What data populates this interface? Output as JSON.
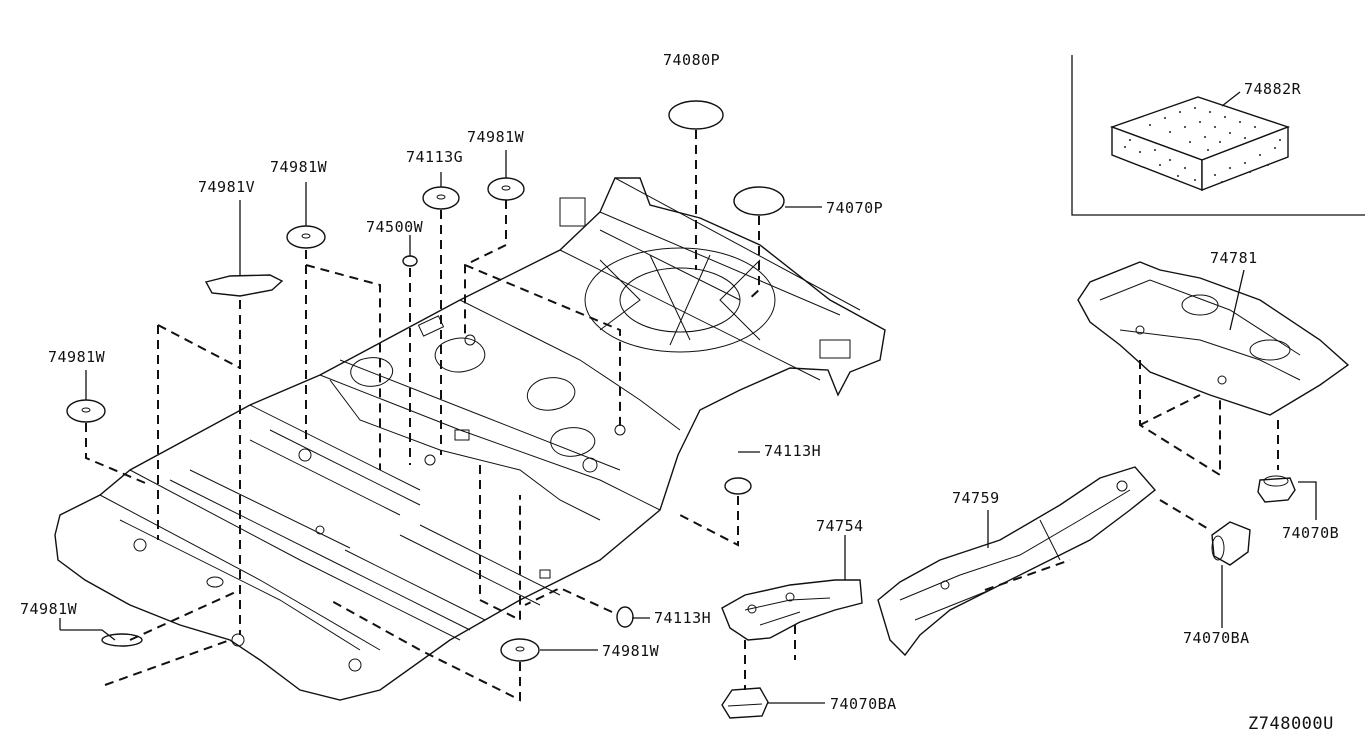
{
  "diagram_code": "Z748000U",
  "labels": {
    "p_74080P": "74080P",
    "p_74070P": "74070P",
    "p_74882R": "74882R",
    "p_74981W_top": "74981W",
    "p_74113G": "74113G",
    "p_74981W_mid": "74981W",
    "p_74981V": "74981V",
    "p_74500W": "74500W",
    "p_74981W_left": "74981W",
    "p_74781": "74781",
    "p_74113H_right": "74113H",
    "p_74759": "74759",
    "p_74754": "74754",
    "p_74070B": "74070B",
    "p_74981W_bottomleft": "74981W",
    "p_74113H_bottom": "74113H",
    "p_74981W_bottom": "74981W",
    "p_74070BA_right": "74070BA",
    "p_74070BA_bottom": "74070BA"
  }
}
